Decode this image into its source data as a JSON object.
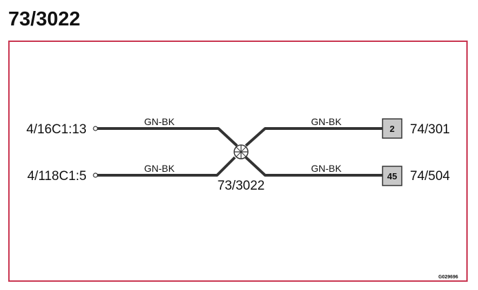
{
  "title": "73/3022",
  "splice": {
    "label": "73/3022"
  },
  "left_connectors": [
    {
      "label": "4/16C1:13"
    },
    {
      "label": "4/118C1:5"
    }
  ],
  "right_connectors": [
    {
      "label": "74/301",
      "pin": "2"
    },
    {
      "label": "74/504",
      "pin": "45"
    }
  ],
  "wires": [
    {
      "color_code": "GN-BK"
    },
    {
      "color_code": "GN-BK"
    },
    {
      "color_code": "GN-BK"
    },
    {
      "color_code": "GN-BK"
    }
  ],
  "drawing_id": "G029696",
  "colors": {
    "frame": "#c8334e",
    "wire": "#333333",
    "pin_box": "#c8c8c8"
  }
}
